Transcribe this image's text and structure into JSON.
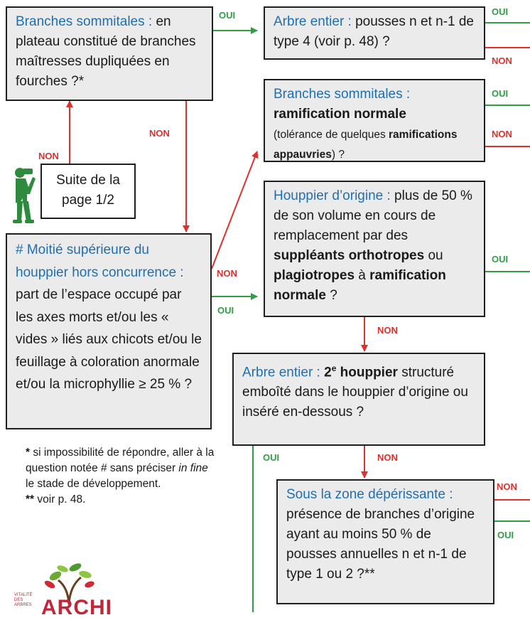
{
  "boxes": {
    "b1": {
      "heading": "Branches sommitales :",
      "text": " en plateau constitué de branches maîtresses dupliquées en fourches ?*"
    },
    "b2": {
      "heading": "Arbre entier :",
      "text": " pousses n et n-1 de type 4 (voir p. 48) ?"
    },
    "b3": {
      "heading": "Branches sommitales :",
      "bold": "ramification normale",
      "small1": "(tolérance de quelques ",
      "small_bold": "ramifications appauvries",
      "small2": ") ?"
    },
    "b4": {
      "heading": "Houppier d’origine :",
      "t1": " plus de 50 % de son volume en cours de remplacement par des ",
      "bold1": "suppléants orthotropes",
      "t2": " ou ",
      "bold2": "plagiotropes",
      "t3": " à ",
      "bold3": "ramification normale",
      "t4": " ?"
    },
    "b5": {
      "heading": "# Moitié supérieure du houppier hors concurrence :",
      "text": " part de l’espace occupé par les axes morts et/ou les « vides » liés aux chicots et/ou le feuillage à coloration anormale et/ou la microphyllie ≥ 25 % ?"
    },
    "b6": {
      "heading": "Arbre entier :",
      "pre": " ",
      "bold": "2",
      "sup": "e",
      "bold2": " houppier",
      "text": " structuré emboîté dans le houppier d’origine ou inséré en-dessous ?"
    },
    "b7": {
      "heading": "Sous la zone dépérissante :",
      "text": " présence de branches d’origine ayant au moins 50 % de pousses annuelles n et n-1 de type 1 ou 2 ?**"
    },
    "start": {
      "text": "Suite de la page 1/2"
    }
  },
  "labels": {
    "oui": "OUI",
    "non": "NON"
  },
  "note": {
    "star1": "*",
    "p1": " si impossibilité de répondre, aller à la question notée # sans préciser ",
    "italic": "in fine",
    "p2": " le stade de développement.",
    "star2": "**",
    "p3": " voir p. 48."
  },
  "logo": {
    "small": "VITALITÉ DES ARBRES",
    "big": "ARCHI"
  },
  "colors": {
    "yes": "#2f9e44",
    "no": "#e0302d",
    "heading": "#1f6fb0",
    "box": "#ebebeb"
  }
}
